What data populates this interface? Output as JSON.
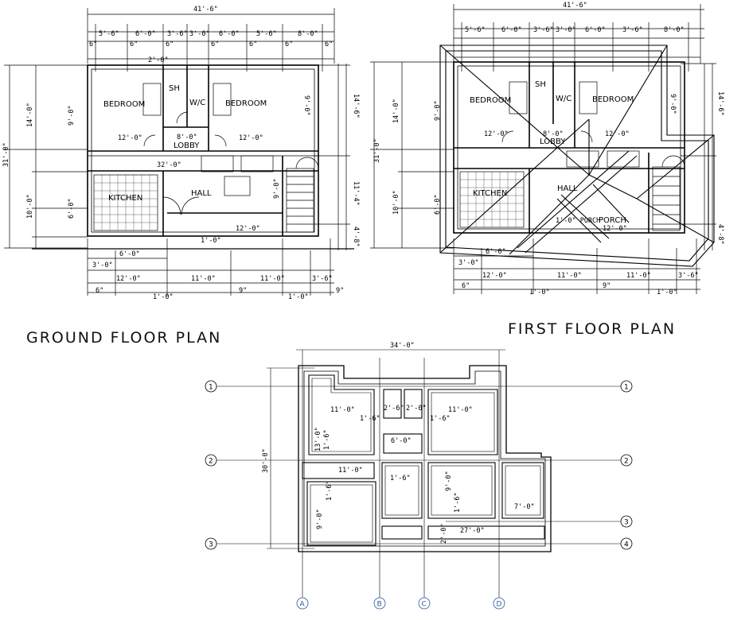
{
  "titles": {
    "ground": "GROUND  FLOOR  PLAN",
    "first": "FIRST  FLOOR  PLAN"
  },
  "ground_floor": {
    "overall_width": "41'-6\"",
    "overall_depth": "31'-0\"",
    "top_dims": [
      "5'-6\"",
      "6'-0\"",
      "3'-6\"",
      "3'-0\"",
      "6'-0\"",
      "5'-6\"",
      "8'-0\""
    ],
    "small_dims": [
      "6\"",
      "6\"",
      "6\"",
      "6\"",
      "6\"",
      "6\"",
      "6\""
    ],
    "left_dims": [
      "14'-0\"",
      "9'-0\"",
      "10'-0\"",
      "6'-0\""
    ],
    "right_dims": [
      "14'-6\"",
      "9'-0\"",
      "11'-4\"",
      "4'-8\""
    ],
    "inner": [
      "12'-0\"",
      "12'-0\"",
      "8'-0\"",
      "32'-0\"",
      "12'-0\"",
      "1'-0\"",
      "9'-0\"",
      "2'-0\""
    ],
    "bottom_dims": [
      "3'-0\"",
      "6'-0\"",
      "12'-0\"",
      "11'-0\"",
      "11'-0\"",
      "3'-6\"",
      "1'-0\"",
      "1'-0\"",
      "6\"",
      "9\"",
      "9\""
    ],
    "rooms": [
      "BEDROOM",
      "BEDROOM",
      "SH",
      "W/C",
      "LOBBY",
      "KITCHEN",
      "HALL"
    ]
  },
  "first_floor": {
    "overall_width": "41'-6\"",
    "overall_depth": "31'-0\"",
    "top_dims": [
      "5'-6\"",
      "6'-0\"",
      "3'-6\"",
      "3'-0\"",
      "6'-0\"",
      "3'-6\"",
      "8'-0\""
    ],
    "left_dims": [
      "14'-0\"",
      "9'-0\"",
      "10'-0\"",
      "6'-0\""
    ],
    "right_dims": [
      "14'-6\"",
      "9'-0\"",
      "4'-8\""
    ],
    "inner": [
      "12'-0\"",
      "12'-0\"",
      "8'-0\"",
      "12'-0\"",
      "1'-0\" PORCH"
    ],
    "bottom_dims": [
      "3'-0\"",
      "6'-0\"",
      "12'-0\"",
      "11'-0\"",
      "11'-0\"",
      "3'-6\"",
      "1'-0\"",
      "1'-0\"",
      "6\"",
      "9\""
    ],
    "rooms": [
      "BEDROOM",
      "BEDROOM",
      "SH",
      "W/C",
      "LOBBY",
      "KITCHEN",
      "HALL",
      "PORCH"
    ]
  },
  "foundation": {
    "overall_width": "34'-0\"",
    "overall_depth": "30'-0\"",
    "dims": [
      "11'-0\"",
      "2'-6\"",
      "2'-0\"",
      "11'-0\"",
      "1'-6\"",
      "1'-6\"",
      "6'-0\"",
      "13'-0\"",
      "1'-6\"",
      "11'-0\"",
      "1'-6\"",
      "9'-0\"",
      "1'-6\"",
      "9'-0\"",
      "1'-6\"",
      "7'-0\"",
      "27'-0\"",
      "2'-0\""
    ],
    "grid_rows": [
      "1",
      "1",
      "2",
      "2",
      "3",
      "3",
      "4"
    ],
    "grid_cols": [
      "A",
      "B",
      "C",
      "D"
    ]
  }
}
